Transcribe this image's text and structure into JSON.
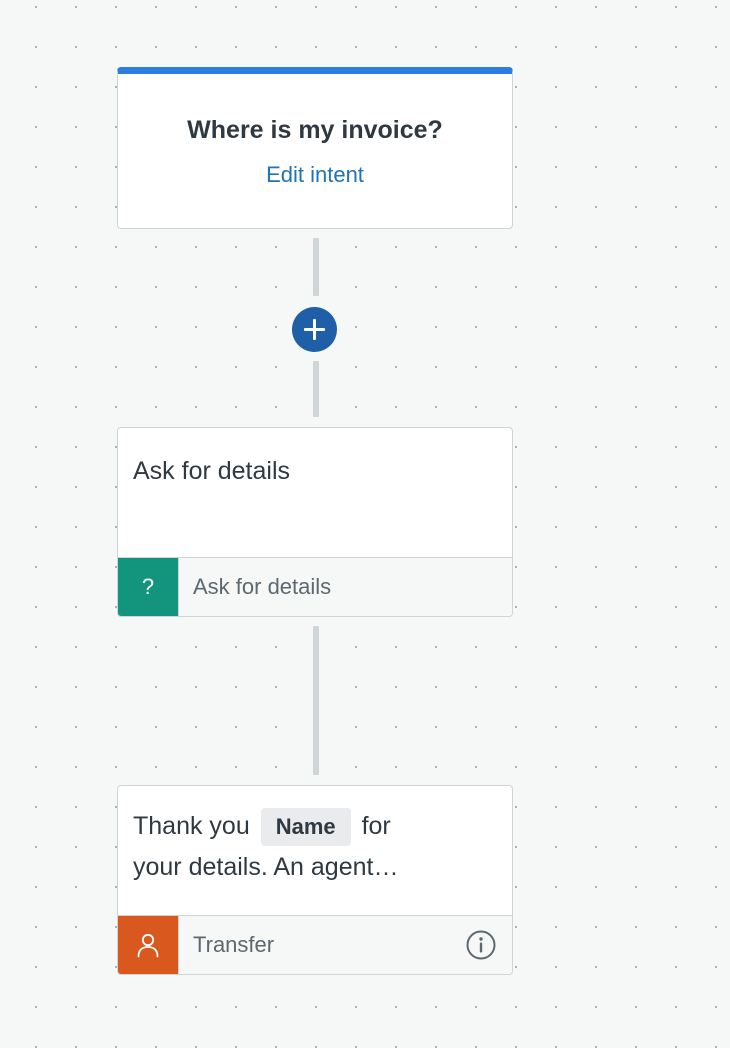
{
  "trigger": {
    "title": "Where is my invoice?",
    "edit_link": "Edit intent"
  },
  "steps": [
    {
      "body": "Ask for details",
      "type_label": "Ask for details",
      "type_icon": "question-icon",
      "icon_glyph": "?",
      "icon_color": "#13957d"
    },
    {
      "body_prefix": "Thank you",
      "variable": "Name",
      "body_suffix": "for",
      "body_line2": "your details. An agent…",
      "type_label": "Transfer",
      "type_icon": "person-icon",
      "icon_color": "#d8581d",
      "info_icon": "info-icon"
    }
  ],
  "colors": {
    "accent": "#2b7de1",
    "link": "#1f73b7",
    "add_button": "#1f5fa8",
    "connector": "#d0d5d8"
  }
}
